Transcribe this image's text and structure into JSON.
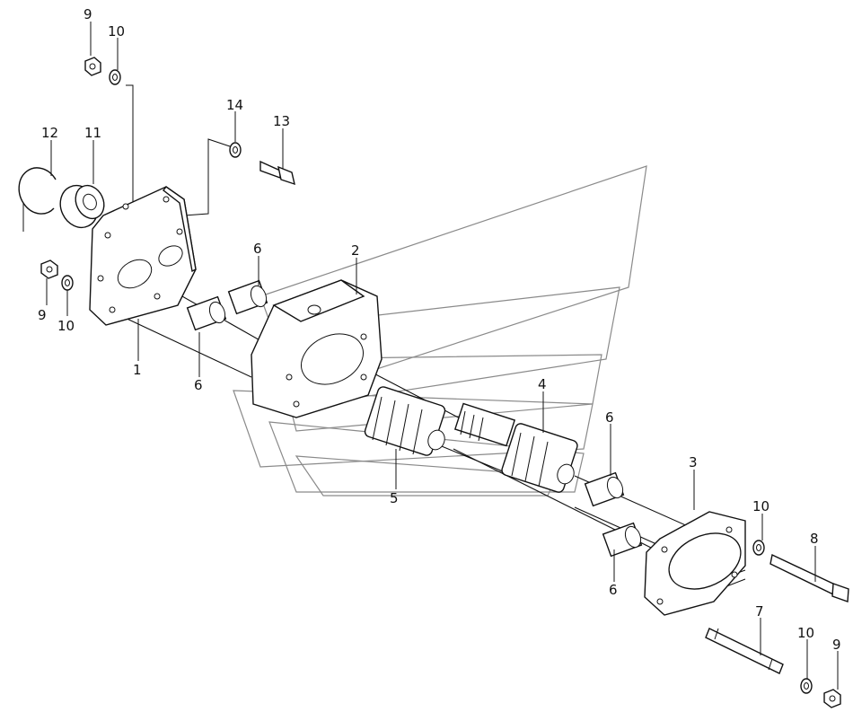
{
  "callouts": [
    {
      "id": "c9a",
      "text": "9"
    },
    {
      "id": "c10a",
      "text": "10"
    },
    {
      "id": "c12",
      "text": "12"
    },
    {
      "id": "c11",
      "text": "11"
    },
    {
      "id": "c14",
      "text": "14"
    },
    {
      "id": "c13",
      "text": "13"
    },
    {
      "id": "c9b",
      "text": "9"
    },
    {
      "id": "c10b",
      "text": "10"
    },
    {
      "id": "c1",
      "text": "1"
    },
    {
      "id": "c6a",
      "text": "6"
    },
    {
      "id": "c6b",
      "text": "6"
    },
    {
      "id": "c2",
      "text": "2"
    },
    {
      "id": "c4",
      "text": "4"
    },
    {
      "id": "c5",
      "text": "5"
    },
    {
      "id": "c6c",
      "text": "6"
    },
    {
      "id": "c6d",
      "text": "6"
    },
    {
      "id": "c3",
      "text": "3"
    },
    {
      "id": "c10c",
      "text": "10"
    },
    {
      "id": "c8",
      "text": "8"
    },
    {
      "id": "c7",
      "text": "7"
    },
    {
      "id": "c10d",
      "text": "10"
    },
    {
      "id": "c9c",
      "text": "9"
    }
  ]
}
